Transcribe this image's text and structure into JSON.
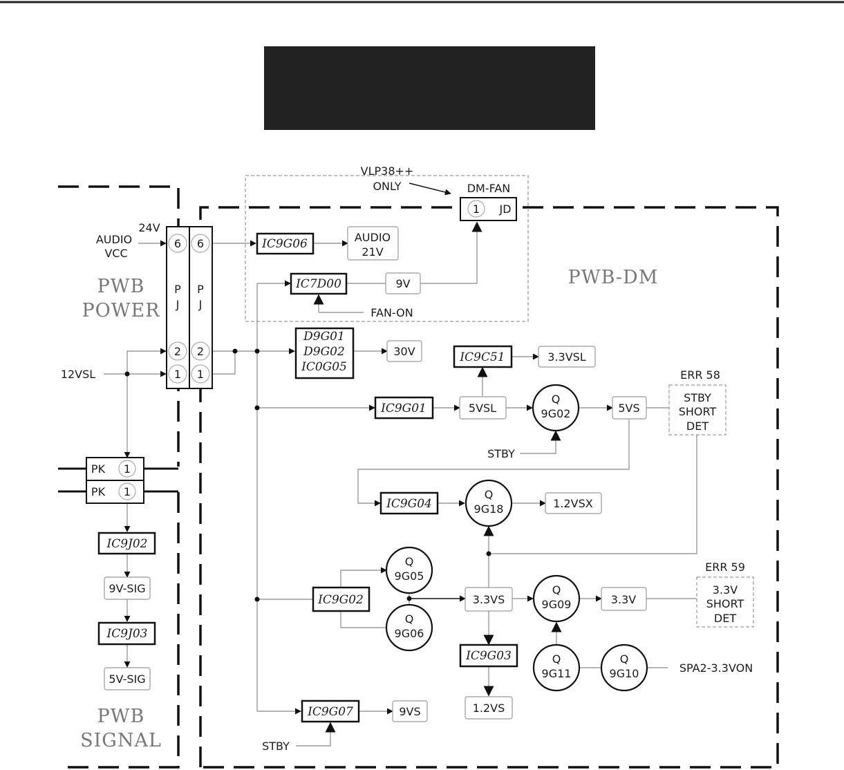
{
  "title_block": {
    "color": "#222222"
  },
  "regions": {
    "pwb_power": [
      "PWB",
      "POWER"
    ],
    "pwb_signal": [
      "PWB",
      "SIGNAL"
    ],
    "pwb_dm": "PWB-DM"
  },
  "connectors": {
    "pj_letters": [
      "P",
      "J"
    ],
    "pins": {
      "pin6": "6",
      "pin2": "2",
      "pin1": "1"
    },
    "pk_label": "PK",
    "pk_pin": "1",
    "jd_label": "JD",
    "jd_pin": "1",
    "dm_fan": "DM-FAN"
  },
  "labels": {
    "vlp_note": [
      "VLP38++",
      "ONLY"
    ],
    "v24": "24V",
    "audio_vcc": [
      "AUDIO",
      "VCC"
    ],
    "v12sl": "12VSL",
    "fan_on": "FAN-ON",
    "stby": "STBY",
    "spa2": "SPA2-3.3VON",
    "err58": "ERR 58",
    "err59": "ERR 59"
  },
  "ics": {
    "ic9g06": "IC9G06",
    "ic7d00": "IC7D00",
    "d_group": [
      "D9G01",
      "D9G02",
      "IC0G05"
    ],
    "ic9c51": "IC9C51",
    "ic9g01": "IC9G01",
    "ic9g04": "IC9G04",
    "ic9g02": "IC9G02",
    "ic9g03": "IC9G03",
    "ic9g07": "IC9G07",
    "ic9j02": "IC9J02",
    "ic9j03": "IC9J03"
  },
  "transistors": {
    "q9g02": [
      "Q",
      "9G02"
    ],
    "q9g18": [
      "Q",
      "9G18"
    ],
    "q9g05": [
      "Q",
      "9G05"
    ],
    "q9g06": [
      "Q",
      "9G06"
    ],
    "q9g09": [
      "Q",
      "9G09"
    ],
    "q9g11": [
      "Q",
      "9G11"
    ],
    "q9g10": [
      "Q",
      "9G10"
    ]
  },
  "rails": {
    "audio21v": [
      "AUDIO",
      "21V"
    ],
    "v9": "9V",
    "v30": "30V",
    "v33vsl": "3.3VSL",
    "v5vsl": "5VSL",
    "v5vs": "5VS",
    "v12vsx": "1.2VSX",
    "v33vs": "3.3VS",
    "v33": "3.3V",
    "v12vs": "1.2VS",
    "v9vs": "9VS",
    "v9vsig": "9V-SIG",
    "v5vsig": "5V-SIG"
  },
  "detectors": {
    "stby_short": [
      "STBY",
      "SHORT",
      "DET"
    ],
    "v33_short": [
      "3.3V",
      "SHORT",
      "DET"
    ]
  }
}
